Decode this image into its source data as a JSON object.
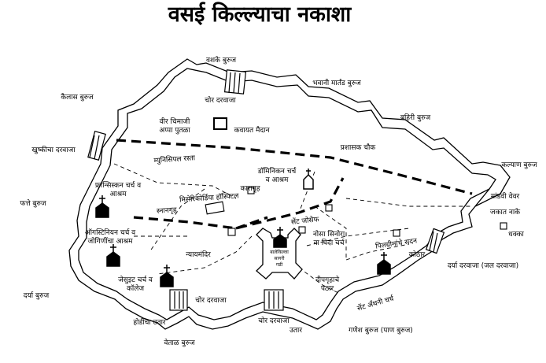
{
  "title": "वसई किल्ल्याचा नकाशा",
  "labels": {
    "vashi_buruj": "वशके बुरुज",
    "bhavani_buruj": "भवानी मार्तंड बुरुज",
    "kailas_buruj": "कैलास बुरुज",
    "chor_top": "चोर दरवाजा",
    "baheri_buruj": "बहिरी बुरुज",
    "veer_chimaji": "वीर चिमाजी",
    "appa_putla": "अप्पा पुतळा",
    "kavayat": "कवायत मैदान",
    "khushkicha": "खुष्कीचा दरवाजा",
    "prashasak": "प्रशासक चौक",
    "kalyan_buruj": "कल्याण बुरुज",
    "municipal_road": "म्युनिसिपल रस्ता",
    "dominican_1": "डॉमिनिकन चर्च",
    "dominican_2": "व आश्रम",
    "franciscan_1": "फ्रान्सिस्कन चर्च व",
    "franciscan_2": "आश्रम",
    "karagruh": "कारागृह",
    "mandavi_1": "मांडवी वेवर",
    "mandavi_2": "जकात नाके",
    "misericordia": "मिसेरिकोर्डिया हॉस्पिटल",
    "fatte_buruj": "फत्ते बुरुज",
    "snanagruh": "स्नानगृह",
    "saint_joseph": "सेंट जोसेफ",
    "dhakka": "धक्का",
    "augustinian_1": "ऑगस्टिनियन चर्च व",
    "augustinian_2": "जोगिणींचा आश्रम",
    "nosa_1": "नोसा सिनोरा",
    "nosa_2": "वा विदा चर्च",
    "balekilla_1": "बालेकिल्ला",
    "balekilla_2": "सागरी",
    "balekilla_3": "गढी",
    "nyayamandir": "न्यायमंदिर",
    "pilgrim": "पिलग्रीमांचे सदन",
    "kothar": "कोठार",
    "dariya_darwaja": "दर्या दरवाजा (जल दरवाजा)",
    "jesuit_1": "जेसुइट चर्च व",
    "jesuit_2": "कॉलेज",
    "dipgruh_1": "दीपगृहाचे",
    "dipgruh_2": "पठार",
    "darya_buruj": "दर्या बुरुज",
    "saint_anthony": "सेंट अँथनी चर्च",
    "chor_left": "चोर दरवाजा",
    "hodicha_utar": "होडीचा उतार",
    "chor_bottom": "चोर दरवाजा",
    "utar": "उतार",
    "ganesh_buruj": "गणेश बुरुज (पाण बुरुज)",
    "vetal_buruj": "वेताळ बुरुज"
  }
}
